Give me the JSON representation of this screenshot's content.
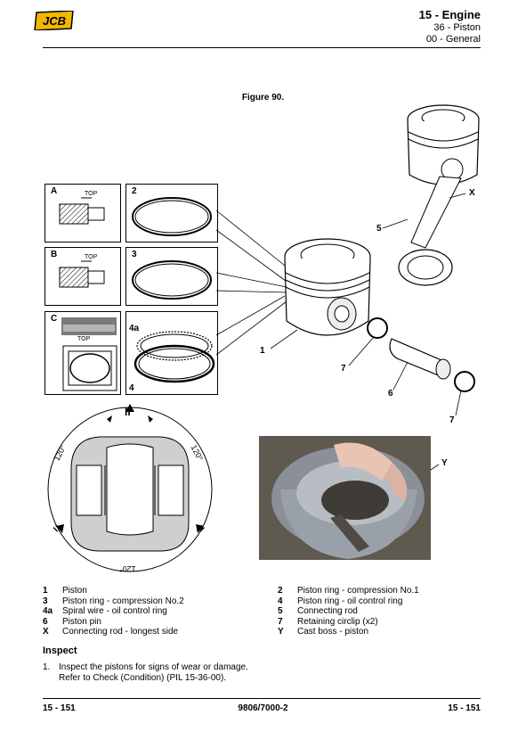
{
  "header": {
    "logo_text": "JCB",
    "title": "15 - Engine",
    "subtitle1": "36 - Piston",
    "subtitle2": "00 - General"
  },
  "figure": {
    "title": "Figure 90.",
    "boxes": [
      {
        "id": "A",
        "inner": "TOP"
      },
      {
        "id": "2"
      },
      {
        "id": "B",
        "inner": "TOP"
      },
      {
        "id": "3"
      },
      {
        "id": "C",
        "inner": "TOP"
      },
      {
        "id": "4a"
      },
      {
        "id": "4"
      }
    ],
    "callouts": [
      "1",
      "5",
      "X",
      "7",
      "6",
      "7",
      "Y"
    ],
    "angles": [
      "120°",
      "120°",
      "120°"
    ],
    "gap_marks": [
      "II",
      "=",
      "="
    ]
  },
  "legend": {
    "left": [
      {
        "key": "1",
        "text": "Piston"
      },
      {
        "key": "3",
        "text": "Piston ring - compression No.2"
      },
      {
        "key": "4a",
        "text": "Spiral wire - oil control ring"
      },
      {
        "key": "6",
        "text": "Piston pin"
      },
      {
        "key": "X",
        "text": "Connecting rod - longest side"
      }
    ],
    "right": [
      {
        "key": "2",
        "text": "Piston ring - compression No.1"
      },
      {
        "key": "4",
        "text": "Piston ring - oil control ring"
      },
      {
        "key": "5",
        "text": "Connecting rod"
      },
      {
        "key": "7",
        "text": "Retaining circlip (x2)"
      },
      {
        "key": "Y",
        "text": "Cast boss - piston"
      }
    ]
  },
  "inspect": {
    "heading": "Inspect",
    "items": [
      {
        "num": "1.",
        "line1": "Inspect the pistons for signs of wear or damage.",
        "line2": "Refer to Check (Condition) (PIL 15-36-00)."
      }
    ]
  },
  "footer": {
    "left": "15 - 151",
    "center": "9806/7000-2",
    "right": "15 - 151"
  }
}
